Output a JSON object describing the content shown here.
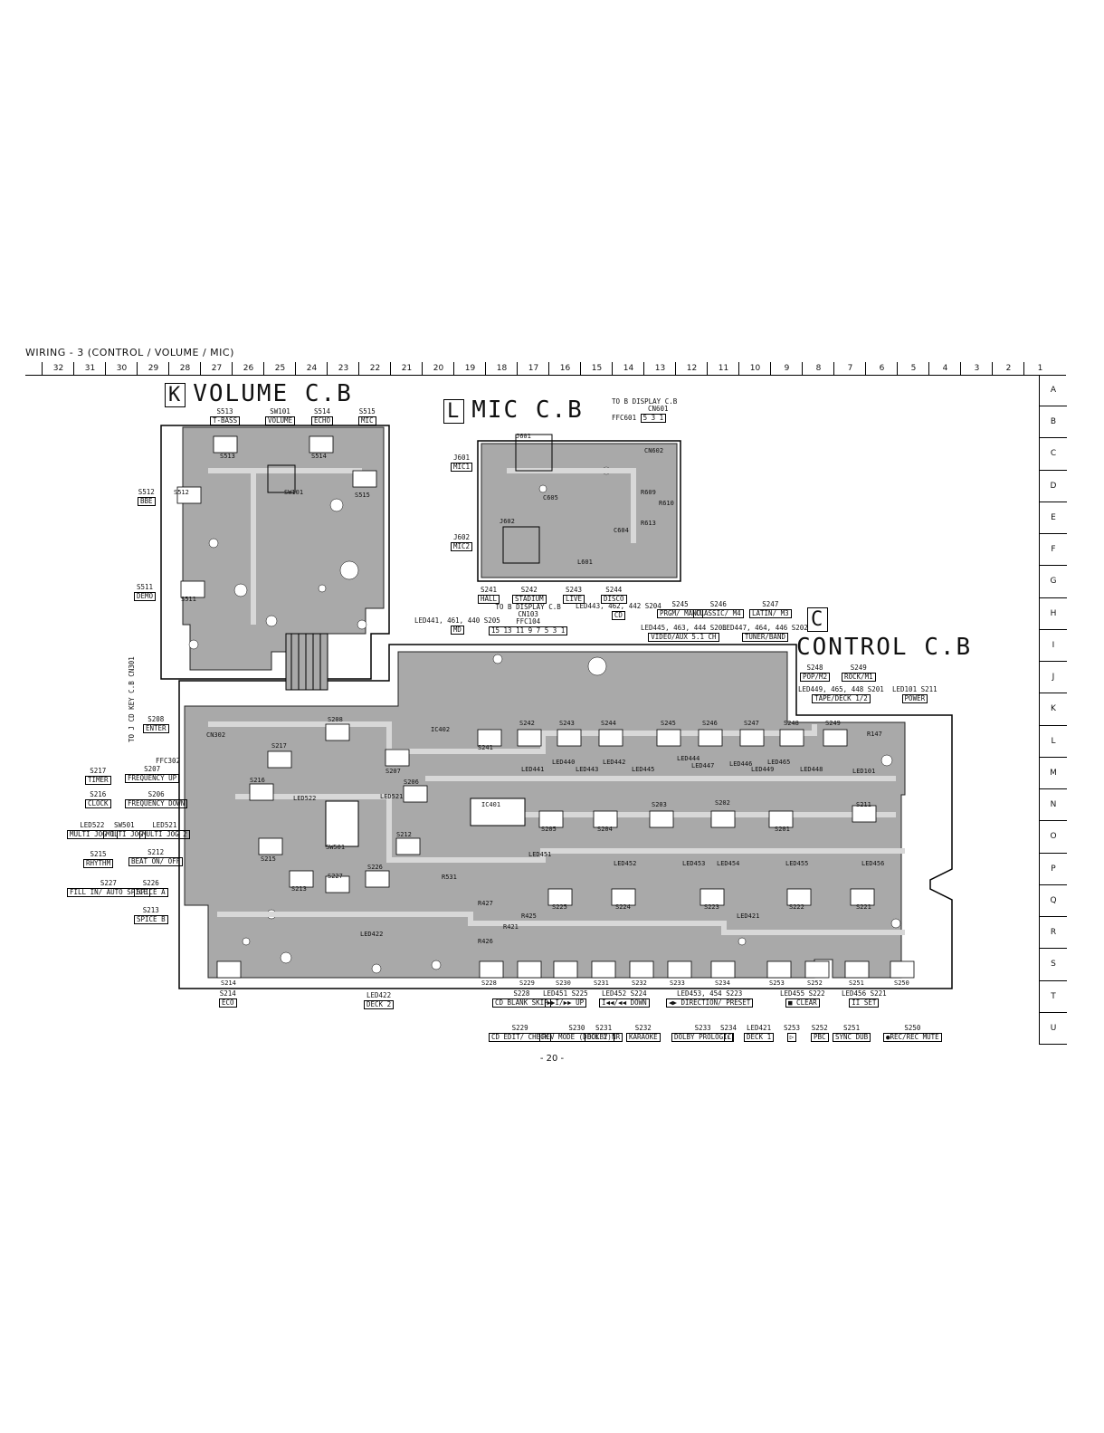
{
  "title": "WIRING - 3 (CONTROL / VOLUME / MIC)",
  "column_labels": [
    "32",
    "31",
    "30",
    "29",
    "28",
    "27",
    "26",
    "25",
    "24",
    "23",
    "22",
    "21",
    "20",
    "19",
    "18",
    "17",
    "16",
    "15",
    "14",
    "13",
    "12",
    "11",
    "10",
    "9",
    "8",
    "7",
    "6",
    "5",
    "4",
    "3",
    "2",
    "1"
  ],
  "row_labels": [
    "A",
    "B",
    "C",
    "D",
    "E",
    "F",
    "G",
    "H",
    "I",
    "J",
    "K",
    "L",
    "M",
    "N",
    "O",
    "P",
    "Q",
    "R",
    "S",
    "T",
    "U"
  ],
  "boards": {
    "volume": {
      "letter": "K",
      "name": "VOLUME C.B"
    },
    "mic": {
      "letter": "L",
      "name": "MIC C.B"
    },
    "control": {
      "letter": "C",
      "name": "CONTROL C.B"
    }
  },
  "display_connector": {
    "line1": "TO B DISPLAY C.B",
    "line2": "CN601",
    "pins": "5 3 1",
    "ffc": "FFC601"
  },
  "display_connector_2": {
    "line1": "TO B DISPLAY C.B",
    "line2": "CN103",
    "ffc": "FFC104",
    "pins": "15 13 11 9 7 5 3 1"
  },
  "cd_key": {
    "line1": "TO J CD KEY",
    "line2": "C.B",
    "line3": "CN301",
    "ffc": "FFC302"
  },
  "labels": [
    {
      "id": "s513",
      "ref": "S513",
      "text": "T-BASS"
    },
    {
      "id": "sw101",
      "ref": "SW101",
      "text": "VOLUME"
    },
    {
      "id": "s514",
      "ref": "S514",
      "text": "ECHO"
    },
    {
      "id": "s515",
      "ref": "S515",
      "text": "MIC"
    },
    {
      "id": "s512",
      "ref": "S512",
      "text": "BBE"
    },
    {
      "id": "s511",
      "ref": "S511",
      "text": "DEMO"
    },
    {
      "id": "j601",
      "ref": "J601",
      "text": "MIC1"
    },
    {
      "id": "j602",
      "ref": "J602",
      "text": "MIC2"
    },
    {
      "id": "s241",
      "ref": "S241",
      "text": "HALL"
    },
    {
      "id": "s242",
      "ref": "S242",
      "text": "STADIUM"
    },
    {
      "id": "s243",
      "ref": "S243",
      "text": "LIVE"
    },
    {
      "id": "s244",
      "ref": "S244",
      "text": "DISCO"
    },
    {
      "id": "s245",
      "ref": "S245",
      "text": "PRGM/ MANU"
    },
    {
      "id": "s246",
      "ref": "S246",
      "text": "CLASSIC/ M4"
    },
    {
      "id": "s247",
      "ref": "S247",
      "text": "LATIN/ M3"
    },
    {
      "id": "s204",
      "ref": "LED443, 462, 442  S204",
      "text": "CD"
    },
    {
      "id": "s205",
      "ref": "LED441, 461, 440  S205",
      "text": "MD"
    },
    {
      "id": "s203",
      "ref": "LED445, 463, 444  S203",
      "text": "VIDEO/AUX 5.1 CH"
    },
    {
      "id": "s202",
      "ref": "LED447, 464, 446  S202",
      "text": "TUNER/BAND"
    },
    {
      "id": "s248",
      "ref": "S248",
      "text": "POP/M2"
    },
    {
      "id": "s249",
      "ref": "S249",
      "text": "ROCK/M1"
    },
    {
      "id": "s201",
      "ref": "LED449, 465, 448  S201",
      "text": "TAPE/DECK 1/2"
    },
    {
      "id": "s211",
      "ref": "LED101  S211",
      "text": "POWER"
    },
    {
      "id": "s208",
      "ref": "S208",
      "text": "ENTER"
    },
    {
      "id": "s217",
      "ref": "S217",
      "text": "TIMER"
    },
    {
      "id": "s207",
      "ref": "S207",
      "text": "FREQUENCY UP"
    },
    {
      "id": "s216",
      "ref": "S216",
      "text": "CLOCK"
    },
    {
      "id": "s206",
      "ref": "S206",
      "text": "FREQUENCY DOWN"
    },
    {
      "id": "led522",
      "ref": "LED522",
      "text": "MULTI JOG 1"
    },
    {
      "id": "sw501",
      "ref": "SW501",
      "text": "MULTI JOG"
    },
    {
      "id": "led521",
      "ref": "LED521",
      "text": "MULTI JOG 2"
    },
    {
      "id": "s215",
      "ref": "S215",
      "text": "RHYTHM"
    },
    {
      "id": "s212",
      "ref": "S212",
      "text": "BEAT ON/ OFF"
    },
    {
      "id": "s227",
      "ref": "S227",
      "text": "FILL IN/ AUTO SPICE"
    },
    {
      "id": "s226",
      "ref": "S226",
      "text": "SPICE A"
    },
    {
      "id": "s213",
      "ref": "S213",
      "text": "SPICE B"
    },
    {
      "id": "s214",
      "ref": "S214",
      "text": "ECO"
    },
    {
      "id": "led422",
      "ref": "LED422",
      "text": "DECK 2"
    },
    {
      "id": "s228",
      "ref": "S228",
      "text": "CD BLANK SKIP"
    },
    {
      "id": "s225",
      "ref": "LED451  S225",
      "text": "▶▶I/▶▶ UP"
    },
    {
      "id": "s224",
      "ref": "LED452  S224",
      "text": "I◀◀/◀◀ DOWN"
    },
    {
      "id": "s223",
      "ref": "LED453, 454  S223",
      "text": "◀▶ DIRECTION/ PRESET"
    },
    {
      "id": "s222",
      "ref": "LED455  S222",
      "text": "■ CLEAR"
    },
    {
      "id": "s221",
      "ref": "LED456  S221",
      "text": "II SET"
    },
    {
      "id": "s229",
      "ref": "S229",
      "text": "CD EDIT/ CHECK"
    },
    {
      "id": "s230",
      "ref": "S230",
      "text": "REV MODE (DECK 2)"
    },
    {
      "id": "s231",
      "ref": "S231",
      "text": "DOLBY NR"
    },
    {
      "id": "s232",
      "ref": "S232",
      "text": "KARAOKE"
    },
    {
      "id": "s233",
      "ref": "S233",
      "text": "DOLBY PROLOGIC"
    },
    {
      "id": "s234",
      "ref": "S234",
      "text": "↕"
    },
    {
      "id": "led421",
      "ref": "LED421",
      "text": "DECK 1"
    },
    {
      "id": "s253",
      "ref": "S253",
      "text": "▷"
    },
    {
      "id": "s252",
      "ref": "S252",
      "text": "PBC"
    },
    {
      "id": "s251",
      "ref": "S251",
      "text": "SYNC DUB"
    },
    {
      "id": "s250",
      "ref": "S250",
      "text": "●REC/REC MUTE"
    }
  ],
  "board_parts": [
    "S513",
    "S514",
    "S515",
    "S512",
    "S511",
    "SW101",
    "J601",
    "J602",
    "CN602",
    "R609",
    "R610",
    "R613",
    "C605",
    "C604",
    "L601",
    "CN302",
    "IC401",
    "IC402",
    "SW501",
    "S208",
    "S217",
    "S216",
    "S207",
    "S206",
    "S215",
    "S212",
    "S213",
    "S227",
    "S226",
    "S214",
    "S241",
    "S242",
    "S243",
    "S244",
    "S245",
    "S246",
    "S247",
    "S248",
    "S249",
    "R147",
    "LED101",
    "S211",
    "S205",
    "S204",
    "S203",
    "S202",
    "S201",
    "LED451",
    "LED452",
    "LED453",
    "LED454",
    "LED455",
    "LED456",
    "S225",
    "S224",
    "S223",
    "S222",
    "S221",
    "LED421",
    "LED422",
    "R531",
    "R421",
    "R425",
    "R426",
    "R427",
    "S228",
    "S229",
    "S230",
    "S231",
    "S232",
    "S233",
    "S234",
    "S253",
    "S252",
    "S251",
    "S250",
    "LED440",
    "LED441",
    "LED442",
    "LED443",
    "LED444",
    "LED445",
    "LED446",
    "LED447",
    "LED448",
    "LED449",
    "LED465",
    "LED521",
    "LED522"
  ],
  "page_number": "- 20 -",
  "colors": {
    "board_fill": "#a9a9a9",
    "trace": "#c8c8c8",
    "outline": "#000000"
  }
}
